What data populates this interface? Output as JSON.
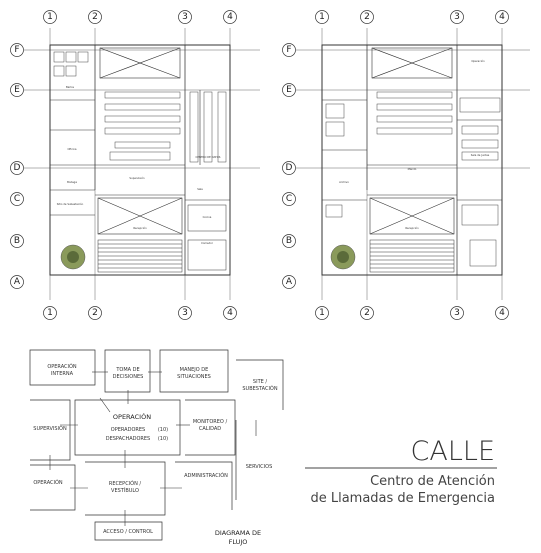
{
  "grid": {
    "columns": [
      "1",
      "2",
      "3",
      "4"
    ],
    "rows": [
      "F",
      "E",
      "D",
      "C",
      "B",
      "A"
    ]
  },
  "plan_left_labels": {
    "recepcion": "Recepción",
    "supervision": "Supervisión",
    "sala": "Sala",
    "comedor": "Comedor",
    "centro_datos": "CENTRO DE DATOS",
    "sitio_subestacion": "Sitio de Subestación",
    "oficina": "Oficina",
    "bodega": "Bodega",
    "cocina": "Cocina",
    "banos": "Baños"
  },
  "plan_right_labels": {
    "recepcion": "Recepción",
    "mando": "Mando",
    "archivo": "Archivo",
    "sala_juntas": "Sala de Juntas",
    "operacion": "Operación"
  },
  "flow": {
    "nodes": {
      "operacion_interna": [
        "OPERACIÓN",
        "INTERNA"
      ],
      "toma_decisiones": [
        "TOMA DE",
        "DECISIONES"
      ],
      "manejo_situaciones": [
        "MANEJO DE",
        "SITUACIONES"
      ],
      "sitio_subestacion": [
        "SITE /",
        "SUBESTACIÓN"
      ],
      "operacion_title": "OPERACIÓN",
      "operadores": "OPERADORES",
      "operadores_count": "(10)",
      "despachadores": "DESPACHADORES",
      "despachadores_count": "(10)",
      "supervision": "SUPERVISIÓN",
      "monitoreo": [
        "MONITOREO /",
        "CALIDAD"
      ],
      "operacion_bottom": "OPERACIÓN",
      "recepcion": [
        "RECEPCIÓN /",
        "VESTÍBULO"
      ],
      "administracion": "ADMINISTRACIÓN",
      "servicios": "SERVICIOS",
      "acceso": "ACCESO / CONTROL"
    },
    "diagram_title": [
      "DIAGRAMA DE",
      "FLUJO"
    ]
  },
  "title_block": {
    "main": "CALLE",
    "line1": "Centro de Atención",
    "line2": "de Llamadas de Emergencia"
  }
}
